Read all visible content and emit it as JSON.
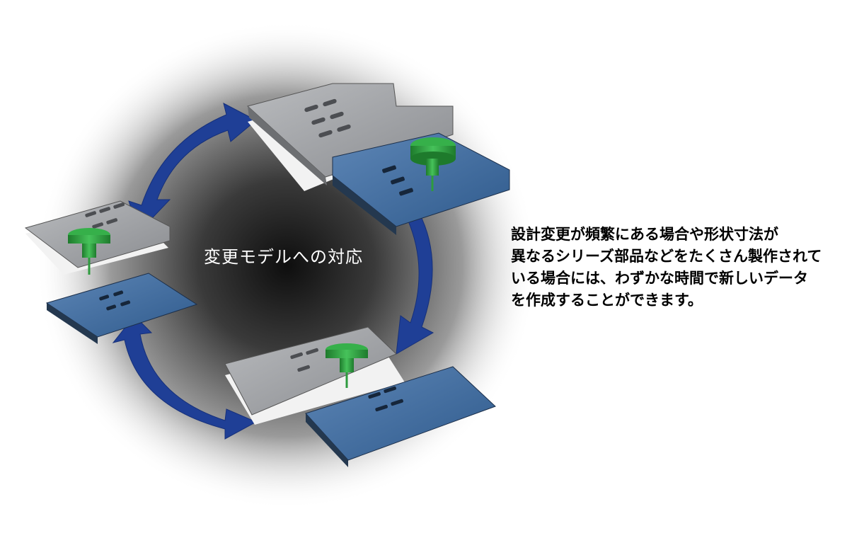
{
  "center_label": "変更モデルへの対応",
  "description_lines": [
    "設計変更が頻繁にある場合や形状寸法が",
    "異なるシリーズ部品などをたくさん製作されて",
    "いる場合には、わずかな時間で新しいデータ",
    "を作成することができます。"
  ],
  "colors": {
    "arrow": "#1f3f96",
    "plate_gray": "#8e9094",
    "jig_blue": "#3e6b9e",
    "tool_green": "#2e9b3e"
  }
}
